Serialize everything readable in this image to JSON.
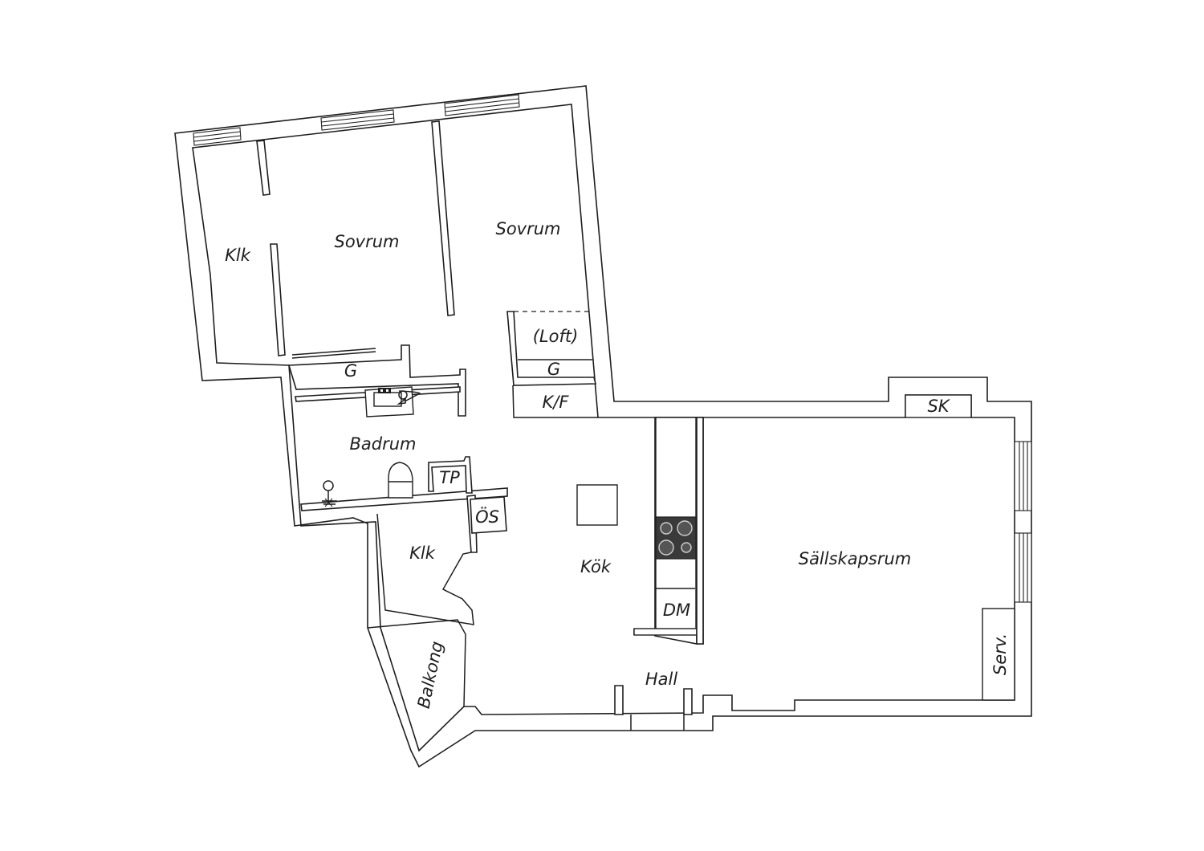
{
  "rooms": {
    "klk_north": "Klk",
    "sovrum_1": "Sovrum",
    "sovrum_2": "Sovrum",
    "loft": "(Loft)",
    "g_loft": "G",
    "kf": "K/F",
    "g_bath": "G",
    "badrum": "Badrum",
    "tp": "TP",
    "os": "ÖS",
    "klk_south": "Klk",
    "kok": "Kök",
    "dm": "DM",
    "balkong": "Balkong",
    "hall": "Hall",
    "sk": "SK",
    "sallskapsrum": "Sällskapsrum",
    "serv": "Serv."
  },
  "colors": {
    "stroke": "#1e1e1e",
    "background": "#ffffff",
    "stove": "#3a3a3a"
  },
  "icons": {
    "stove": "stove-icon",
    "sink": "sink-icon",
    "toilet": "toilet-icon",
    "shower": "shower-icon",
    "window": "window-icon"
  }
}
